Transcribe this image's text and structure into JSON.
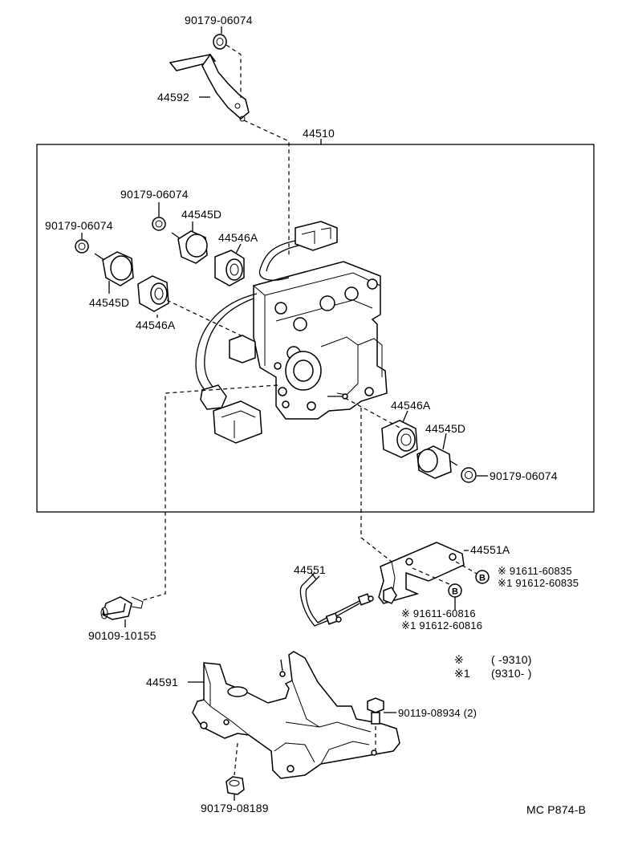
{
  "labels": {
    "nut_top": "90179-06074",
    "bracket_top": "44592",
    "assembly": "44510",
    "nut_left_upper": "90179-06074",
    "solenoid_upper": "44545D",
    "nut_left": "90179-06074",
    "coil_upper": "44546A",
    "solenoid_left": "44545D",
    "coil_left": "44546A",
    "coil_right": "44546A",
    "solenoid_right": "44545D",
    "nut_right": "90179-06074",
    "bracket_right": "44551A",
    "bolt_b_1": "※  91611-60835",
    "bolt_b_2": "※1 91612-60835",
    "pipe": "44551",
    "bolt_b_3": "※  91611-60816",
    "bolt_b_4": "※1 91612-60816",
    "sensor": "90109-10155",
    "bracket_bottom": "44591",
    "bolt_bottom": "90119-08934 (2)",
    "nut_bottom": "90179-08189",
    "footer_code": "MC  P874-B"
  },
  "legend": {
    "row1_mark": "※",
    "row1_range": "(        -9310)",
    "row2_mark": "※1",
    "row2_range": "(9310-        )"
  },
  "markers": {
    "b_circle": "B"
  }
}
